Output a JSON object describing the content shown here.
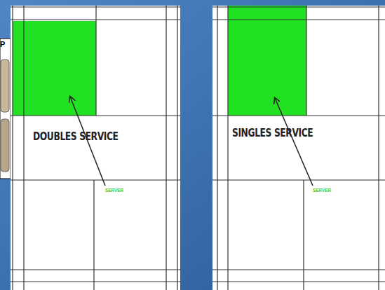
{
  "diagram": {
    "labels": [
      "P",
      "DOUBLES SERVICE",
      "SERVER",
      "SINGLES SERVICE",
      "SERVER"
    ]
  }
}
